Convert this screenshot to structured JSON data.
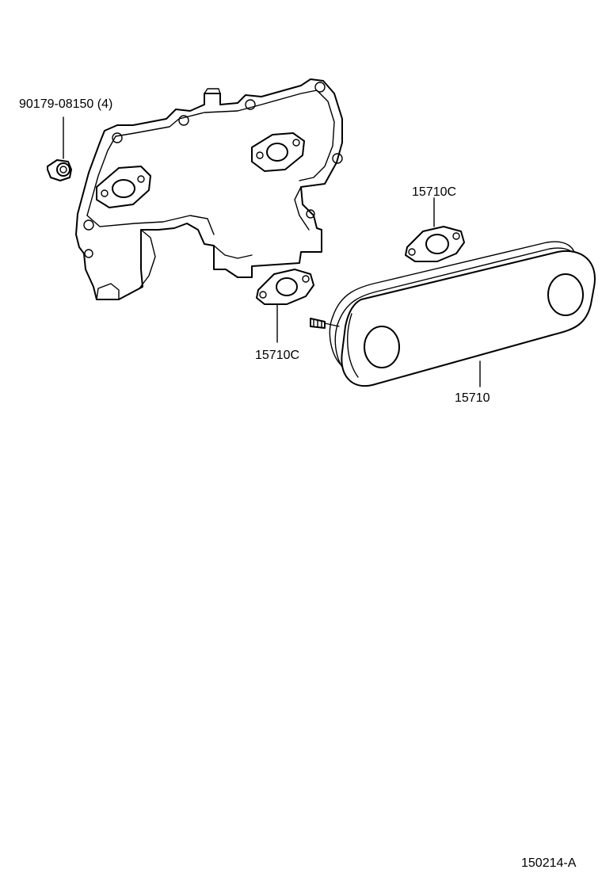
{
  "parts": {
    "nut": "90179-08150 (4)",
    "gasket_upper": "15710C",
    "gasket_lower": "15710C",
    "oil_cooler": "15710"
  },
  "figure_code": "150214-A"
}
